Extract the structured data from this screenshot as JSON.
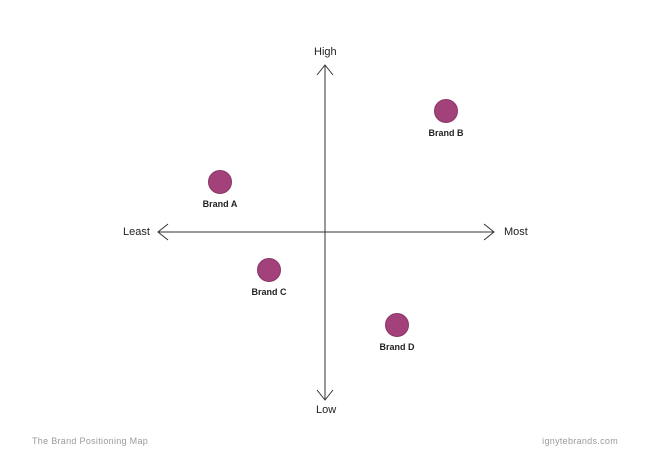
{
  "diagram": {
    "axis_labels": {
      "top": "High",
      "bottom": "Low",
      "left": "Least",
      "right": "Most"
    },
    "brands": [
      {
        "label": "Brand A"
      },
      {
        "label": "Brand B"
      },
      {
        "label": "Brand C"
      },
      {
        "label": "Brand D"
      }
    ],
    "marker_color": "#a3427a",
    "marker_stroke": "#8a3566",
    "axis_color": "#333333"
  },
  "footer": {
    "title": "The Brand Positioning Map",
    "site": "ignytebrands.com"
  }
}
